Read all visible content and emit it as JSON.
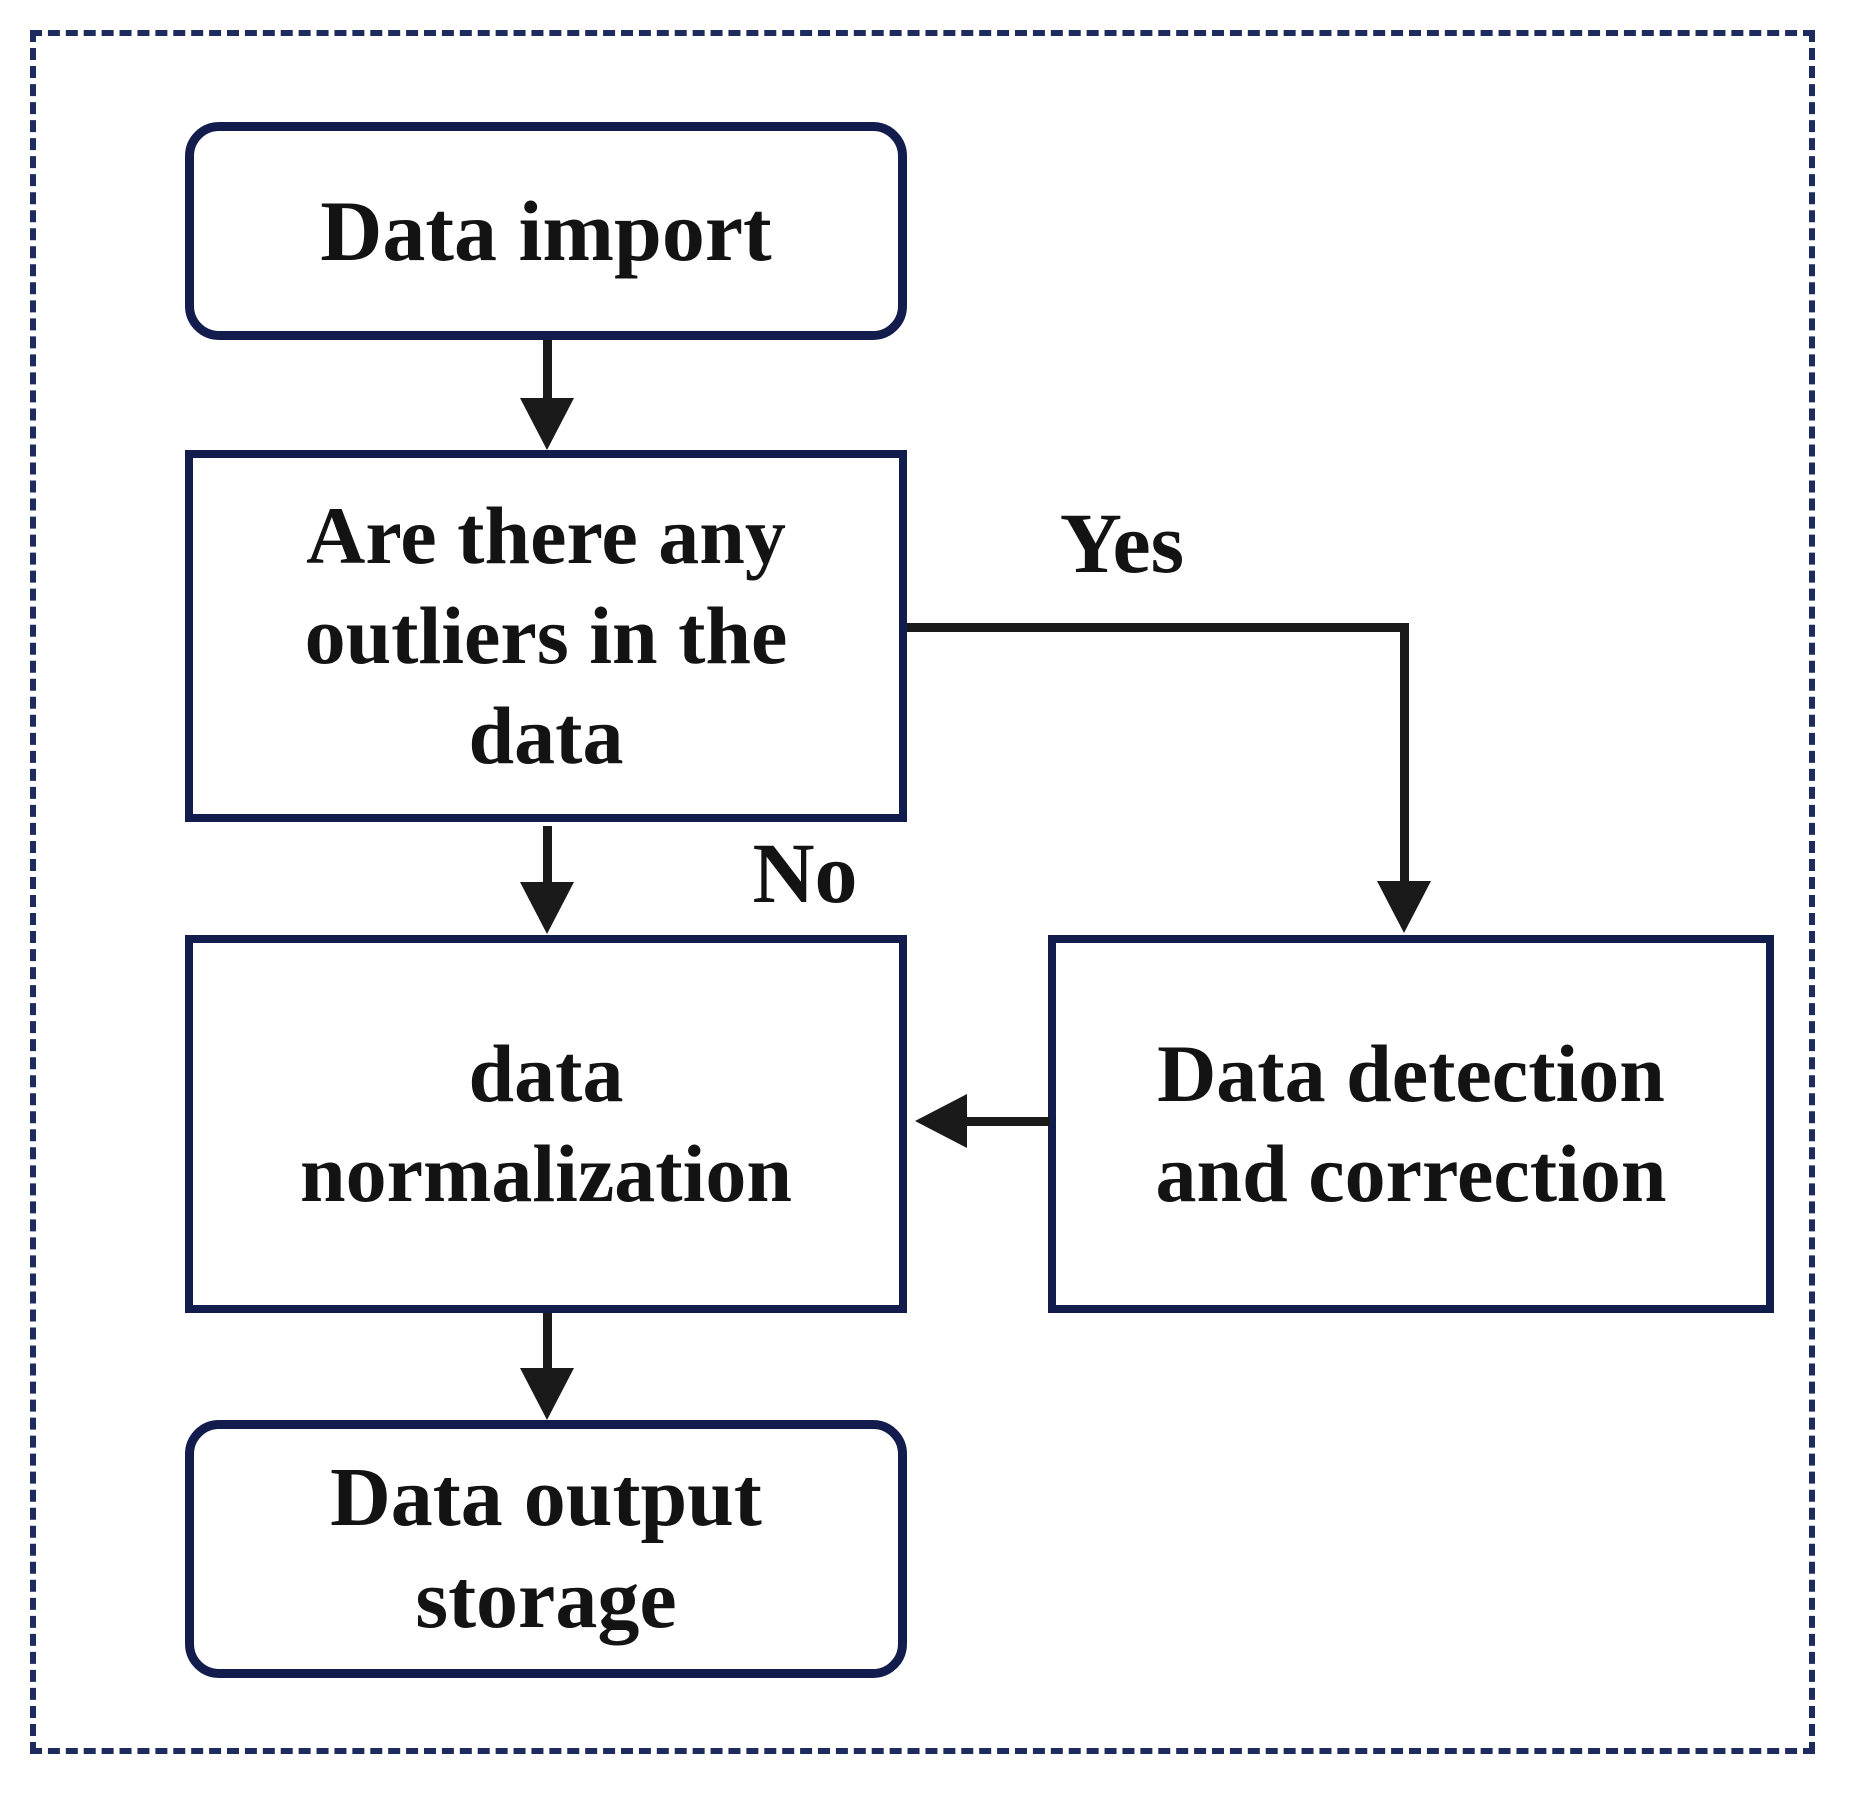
{
  "diagram": {
    "type": "flowchart",
    "nodes": {
      "import": {
        "label": "Data import"
      },
      "outliers": {
        "label": "Are there any outliers in the data"
      },
      "normalization": {
        "label": "data normalization"
      },
      "detection": {
        "label": "Data detection and correction"
      },
      "storage": {
        "label": "Data output storage"
      }
    },
    "edge_labels": {
      "yes": "Yes",
      "no": "No"
    },
    "edges": [
      {
        "from": "import",
        "to": "outliers"
      },
      {
        "from": "outliers",
        "to": "normalization",
        "label": "No"
      },
      {
        "from": "outliers",
        "to": "detection",
        "label": "Yes"
      },
      {
        "from": "detection",
        "to": "normalization"
      },
      {
        "from": "normalization",
        "to": "storage"
      }
    ]
  },
  "colors": {
    "bg": "#ffffff",
    "box_border": "#131d4d",
    "dashed_border": "#1e2b5e",
    "text": "#131313",
    "arrow": "#1a1a1a"
  }
}
